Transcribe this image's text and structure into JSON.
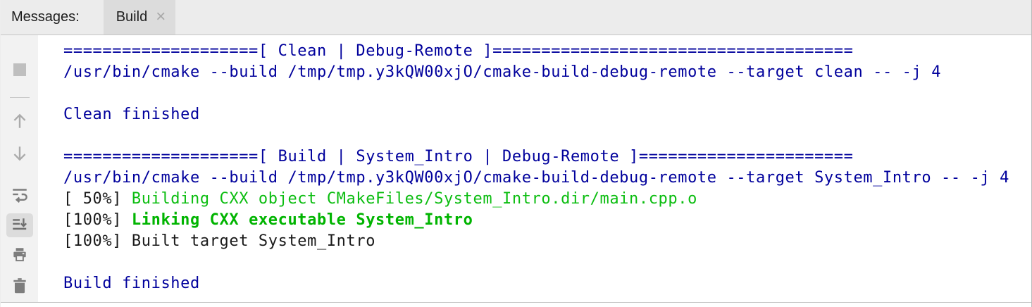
{
  "header": {
    "label": "Messages:",
    "tab": {
      "title": "Build",
      "close_icon": "×"
    }
  },
  "toolbar": {
    "buttons": [
      {
        "name": "stop",
        "enabled": false,
        "selected": false
      },
      {
        "name": "up-the-stack-trace",
        "enabled": false,
        "selected": false
      },
      {
        "name": "down-the-stack-trace",
        "enabled": false,
        "selected": false
      },
      {
        "name": "use-soft-wraps",
        "enabled": true,
        "selected": false
      },
      {
        "name": "scroll-to-end",
        "enabled": true,
        "selected": true
      },
      {
        "name": "print",
        "enabled": true,
        "selected": false
      },
      {
        "name": "clear-all",
        "enabled": true,
        "selected": false
      }
    ]
  },
  "console": {
    "lines": [
      {
        "segments": [
          {
            "style": "blue",
            "text": "====================[ Clean | Debug-Remote ]====================================="
          }
        ]
      },
      {
        "segments": [
          {
            "style": "blue",
            "text": "/usr/bin/cmake --build /tmp/tmp.y3kQW00xjO/cmake-build-debug-remote --target clean -- -j 4"
          }
        ]
      },
      {
        "segments": []
      },
      {
        "segments": [
          {
            "style": "blue",
            "text": "Clean finished"
          }
        ]
      },
      {
        "segments": []
      },
      {
        "segments": [
          {
            "style": "blue",
            "text": "====================[ Build | System_Intro | Debug-Remote ]======================"
          }
        ]
      },
      {
        "segments": [
          {
            "style": "blue",
            "text": "/usr/bin/cmake --build /tmp/tmp.y3kQW00xjO/cmake-build-debug-remote --target System_Intro -- -j 4"
          }
        ]
      },
      {
        "segments": [
          {
            "style": "black",
            "text": "[ 50%] "
          },
          {
            "style": "green",
            "text": "Building CXX object CMakeFiles/System_Intro.dir/main.cpp.o"
          }
        ]
      },
      {
        "segments": [
          {
            "style": "black",
            "text": "[100%] "
          },
          {
            "style": "green-bold",
            "text": "Linking CXX executable System_Intro"
          }
        ]
      },
      {
        "segments": [
          {
            "style": "black",
            "text": "[100%] Built target System_Intro"
          }
        ]
      },
      {
        "segments": []
      },
      {
        "segments": [
          {
            "style": "blue",
            "text": "Build finished"
          }
        ]
      }
    ]
  },
  "colors": {
    "info_blue": "#00009c",
    "progress_green": "#0bbd10",
    "linking_bold_green": "#00b400",
    "text_black": "#1a1a1a",
    "header_bg": "#ececec",
    "tab_bg": "#dcdcdc",
    "gutter_bg": "#f2f2f2",
    "selected_icon_bg": "#dcdcdc"
  }
}
